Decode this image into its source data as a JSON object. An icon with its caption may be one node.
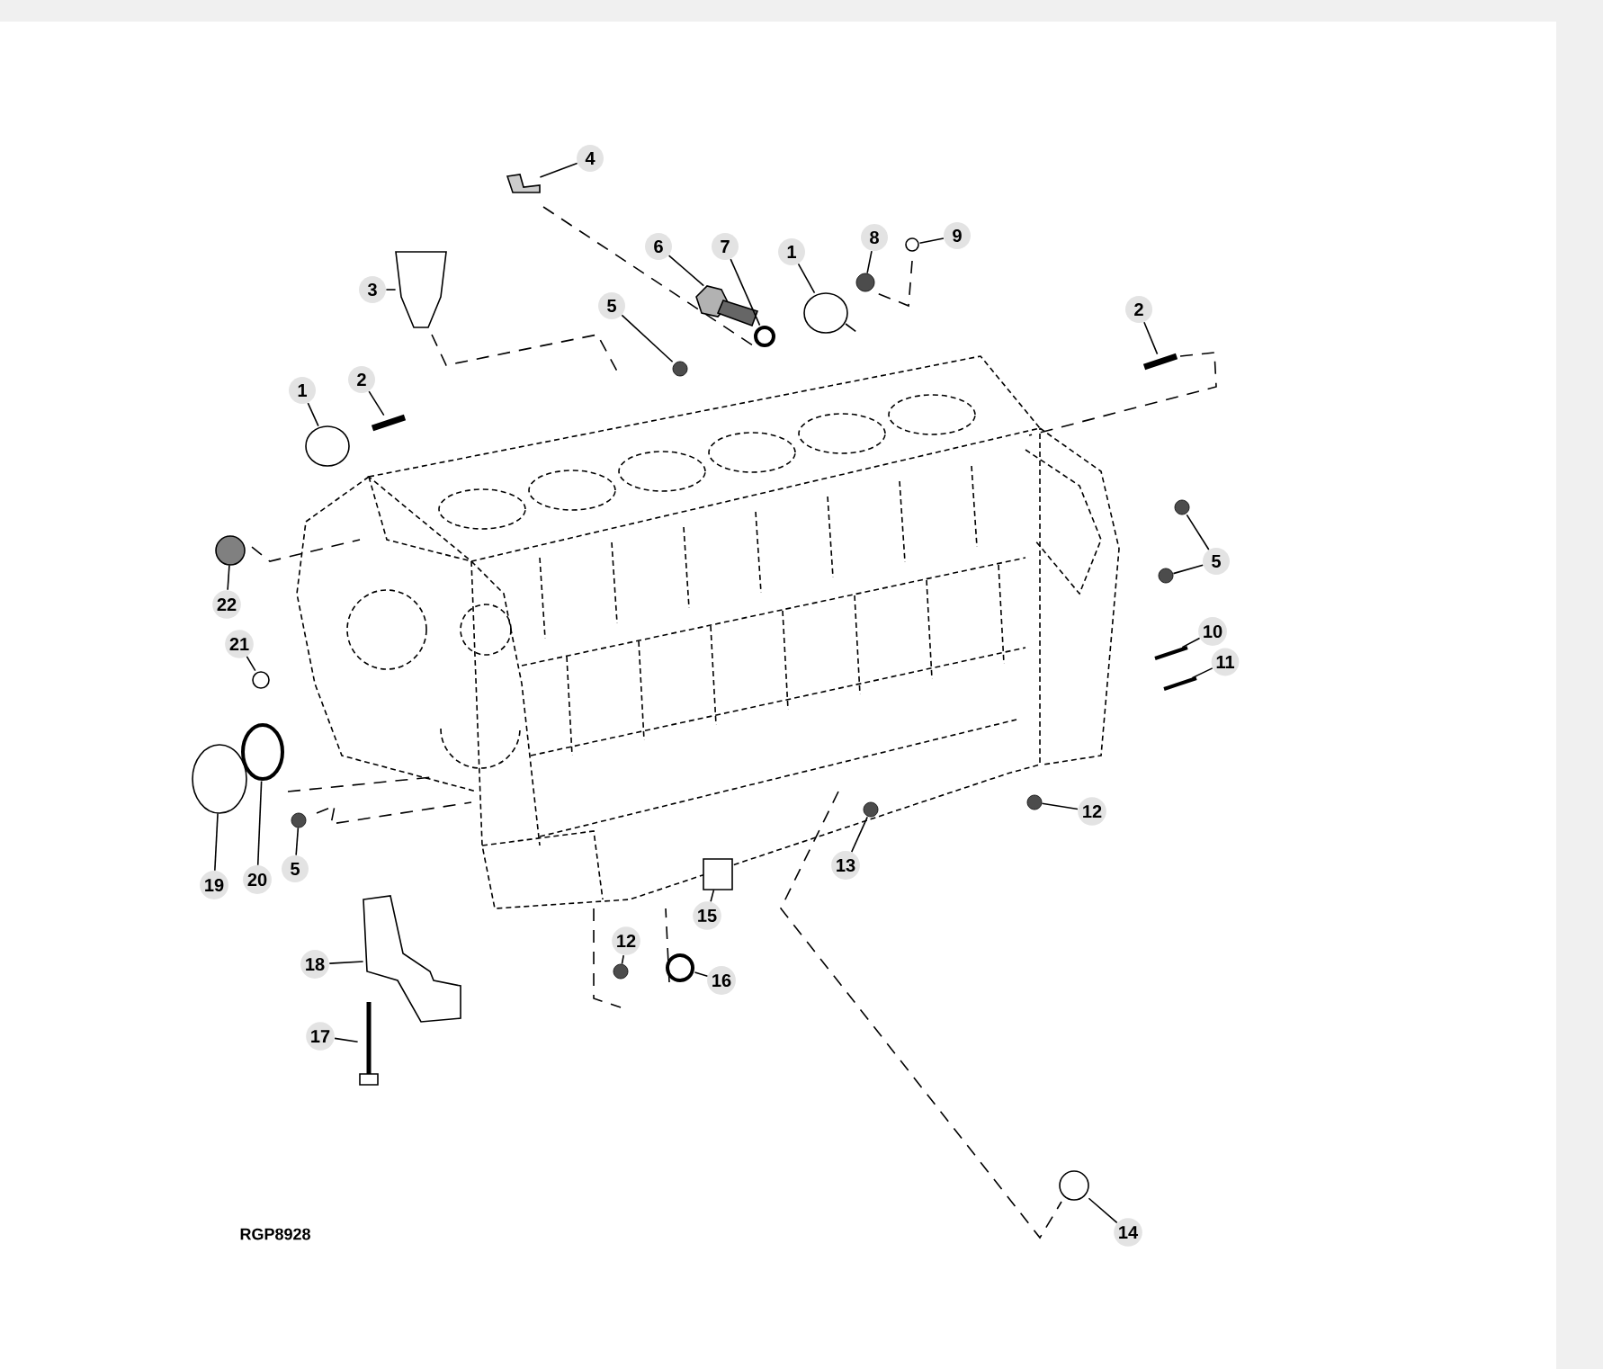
{
  "diagram": {
    "nodes": [
      {
        "text": [
          "4"
        ]
      },
      {
        "text": [
          "3"
        ]
      },
      {
        "text": [
          "5"
        ]
      },
      {
        "text": [
          "6"
        ]
      },
      {
        "text": [
          "7"
        ]
      },
      {
        "text": [
          "1"
        ]
      },
      {
        "text": [
          "8"
        ]
      },
      {
        "text": [
          "9"
        ]
      },
      {
        "text": [
          "2"
        ]
      },
      {
        "text": [
          "1"
        ]
      },
      {
        "text": [
          "2"
        ]
      },
      {
        "text": [
          "22"
        ]
      },
      {
        "text": [
          "5"
        ]
      },
      {
        "text": [
          "21"
        ]
      },
      {
        "text": [
          "10"
        ]
      },
      {
        "text": [
          "11"
        ]
      },
      {
        "text": [
          "19"
        ]
      },
      {
        "text": [
          "20"
        ]
      },
      {
        "text": [
          "5"
        ]
      },
      {
        "text": [
          "12"
        ]
      },
      {
        "text": [
          "13"
        ]
      },
      {
        "text": [
          "15"
        ]
      },
      {
        "text": [
          "12"
        ]
      },
      {
        "text": [
          "16"
        ]
      },
      {
        "text": [
          "18"
        ]
      },
      {
        "text": [
          "17"
        ]
      },
      {
        "text": [
          "14"
        ]
      },
      {
        "text": [],
        "shape": "picture"
      },
      {
        "text": [],
        "shape": "picture"
      },
      {
        "text": [],
        "shape": "circle"
      },
      {
        "text": [],
        "shape": "picture"
      },
      {
        "text": [],
        "shape": "circle"
      },
      {
        "text": [],
        "shape": "circle"
      },
      {
        "text": [],
        "shape": "circle"
      },
      {
        "text": [],
        "shape": "circle"
      },
      {
        "text": [],
        "shape": "picture"
      },
      {
        "text": [],
        "shape": "circle"
      },
      {
        "text": [],
        "shape": "picture"
      },
      {
        "text": [],
        "shape": "circle"
      },
      {
        "text": [],
        "shape": "circle"
      },
      {
        "text": [],
        "shape": "circle"
      },
      {
        "text": [],
        "shape": "circle"
      },
      {
        "text": [],
        "shape": "picture"
      },
      {
        "text": [],
        "shape": "picture"
      },
      {
        "text": [],
        "shape": "circle"
      },
      {
        "text": [],
        "shape": "circle"
      },
      {
        "text": [],
        "shape": "circle"
      },
      {
        "text": [],
        "shape": "circle"
      },
      {
        "text": [],
        "shape": "circle"
      },
      {
        "text": [],
        "shape": "box"
      },
      {
        "text": [],
        "shape": "circle"
      },
      {
        "text": [],
        "shape": "circle"
      },
      {
        "text": [],
        "shape": "picture"
      },
      {
        "text": [],
        "shape": "picture"
      },
      {
        "text": [],
        "shape": "circle"
      }
    ],
    "edges": [
      {
        "from": 0,
        "to": 27,
        "arrow": "none"
      },
      {
        "from": 1,
        "to": 28,
        "arrow": "none"
      },
      {
        "from": 2,
        "to": 29,
        "arrow": "none"
      },
      {
        "from": 3,
        "to": 30,
        "arrow": "none"
      },
      {
        "from": 4,
        "to": 31,
        "arrow": "none"
      },
      {
        "from": 5,
        "to": 32,
        "arrow": "none"
      },
      {
        "from": 6,
        "to": 33,
        "arrow": "none"
      },
      {
        "from": 7,
        "to": 34,
        "arrow": "none"
      },
      {
        "from": 8,
        "to": 35,
        "arrow": "none"
      },
      {
        "from": 9,
        "to": 36,
        "arrow": "none"
      },
      {
        "from": 10,
        "to": 37,
        "arrow": "none"
      },
      {
        "from": 11,
        "to": 38,
        "arrow": "none"
      },
      {
        "from": 12,
        "to": 39,
        "arrow": "none"
      },
      {
        "from": 12,
        "to": 40,
        "arrow": "none"
      },
      {
        "from": 13,
        "to": 41,
        "arrow": "none"
      },
      {
        "from": 14,
        "to": 42,
        "arrow": "none"
      },
      {
        "from": 15,
        "to": 43,
        "arrow": "none"
      },
      {
        "from": 16,
        "to": 44,
        "arrow": "none"
      },
      {
        "from": 17,
        "to": 45,
        "arrow": "none"
      },
      {
        "from": 18,
        "to": 46,
        "arrow": "none"
      },
      {
        "from": 19,
        "to": 47,
        "arrow": "none"
      },
      {
        "from": 20,
        "to": 48,
        "arrow": "none"
      },
      {
        "from": 21,
        "to": 49,
        "arrow": "none"
      },
      {
        "from": 22,
        "to": 50,
        "arrow": "none"
      },
      {
        "from": 23,
        "to": 51,
        "arrow": "none"
      },
      {
        "from": 24,
        "to": 52,
        "arrow": "none"
      },
      {
        "from": 25,
        "to": 53,
        "arrow": "none"
      },
      {
        "from": 26,
        "to": 54,
        "arrow": "none"
      }
    ],
    "labels": [
      "RGP8928"
    ]
  }
}
